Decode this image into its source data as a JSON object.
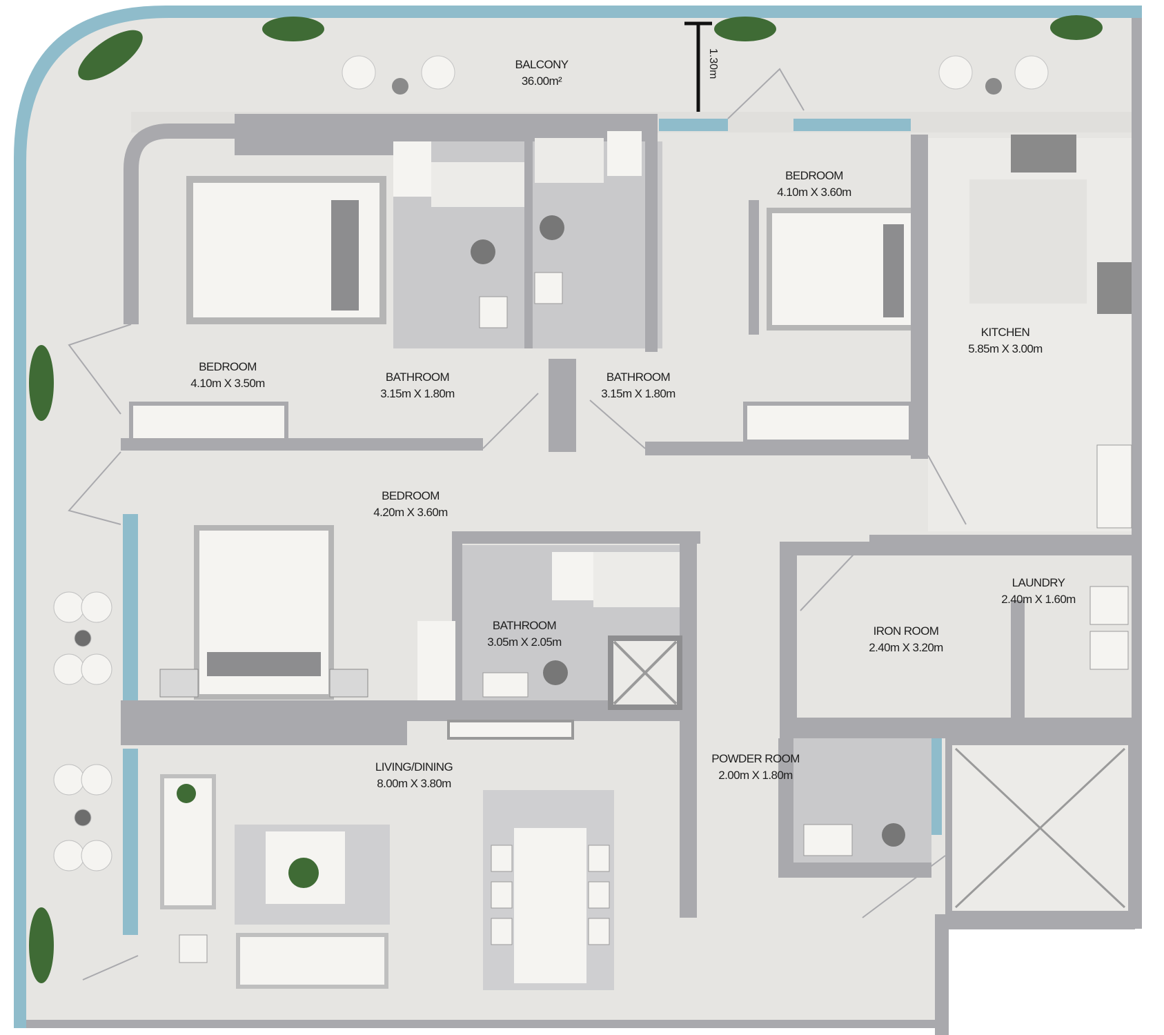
{
  "plan": {
    "colors": {
      "floor": "#e6e5e2",
      "floor_light": "#ecebe8",
      "wall": "#a9a9ad",
      "glass": "#8fbccb",
      "wet_floor": "#c9c9cb",
      "furniture": "#f5f4f1",
      "planter": "#3f6b35",
      "label": "#1e1e1e"
    },
    "balcony": {
      "name": "BALCONY",
      "area": "36.00m²",
      "depth_dim": "1.30m"
    },
    "rooms": [
      {
        "id": "bedroom-1",
        "name": "BEDROOM",
        "dims": "4.10m X 3.50m"
      },
      {
        "id": "bathroom-1",
        "name": "BATHROOM",
        "dims": "3.15m X 1.80m"
      },
      {
        "id": "bathroom-2",
        "name": "BATHROOM",
        "dims": "3.15m X 1.80m"
      },
      {
        "id": "bedroom-2",
        "name": "BEDROOM",
        "dims": "4.10m X 3.60m"
      },
      {
        "id": "kitchen",
        "name": "KITCHEN",
        "dims": "5.85m X 3.00m"
      },
      {
        "id": "bedroom-3",
        "name": "BEDROOM",
        "dims": "4.20m X 3.60m"
      },
      {
        "id": "bathroom-3",
        "name": "BATHROOM",
        "dims": "3.05m X 2.05m"
      },
      {
        "id": "laundry",
        "name": "LAUNDRY",
        "dims": "2.40m X 1.60m"
      },
      {
        "id": "iron-room",
        "name": "IRON ROOM",
        "dims": "2.40m X 3.20m"
      },
      {
        "id": "powder-room",
        "name": "POWDER ROOM",
        "dims": "2.00m X 1.80m"
      },
      {
        "id": "living-dining",
        "name": "LIVING/DINING",
        "dims": "8.00m X 3.80m"
      }
    ]
  }
}
